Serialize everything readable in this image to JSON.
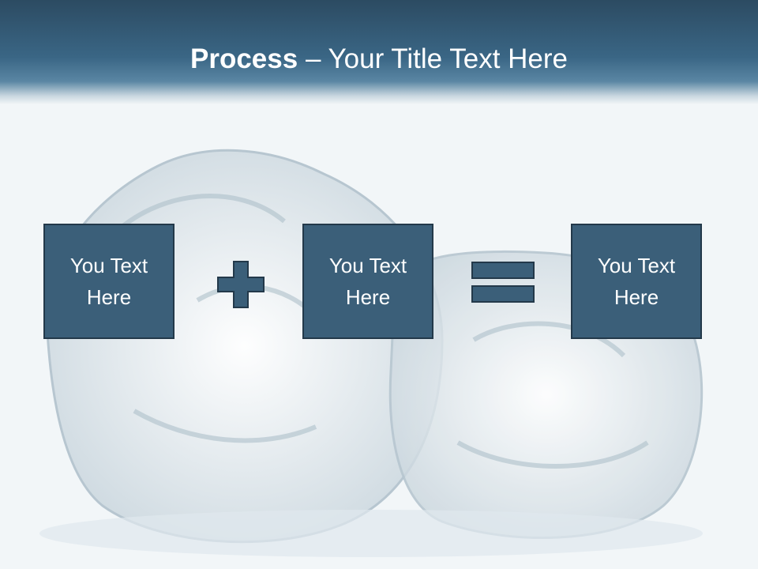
{
  "slide": {
    "title_bold": "Process",
    "title_rest": " – Your Title Text Here"
  },
  "process": {
    "steps": [
      "You Text\nHere",
      "You Text\nHere",
      "You Text\nHere"
    ],
    "operators": [
      "plus-icon",
      "equals-icon"
    ]
  },
  "colors": {
    "header": "#2c4b62",
    "box_fill": "#3b5f79",
    "box_border": "#23394a",
    "background": "#f2f6f8"
  }
}
